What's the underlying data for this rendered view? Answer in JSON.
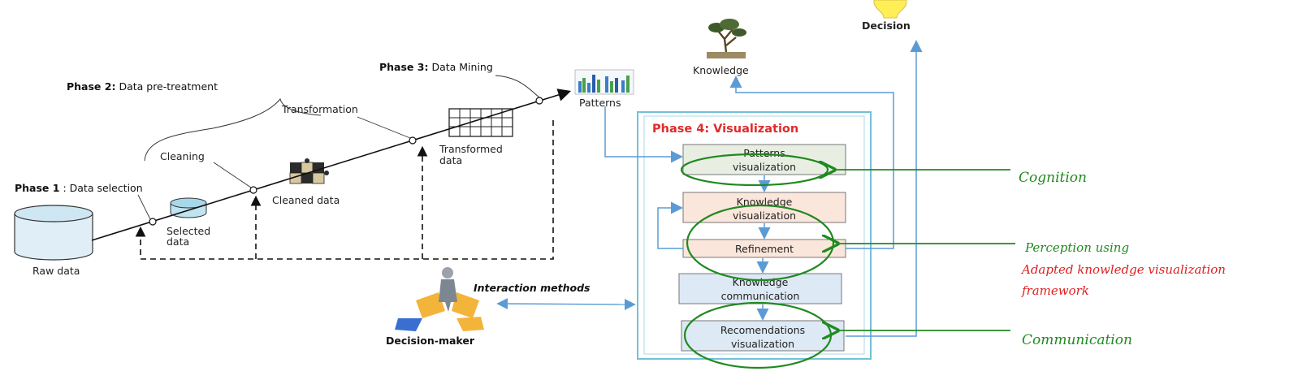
{
  "phases": {
    "p1_prefix": "Phase 1",
    "p1_text": " : Data selection",
    "p2_prefix": "Phase 2:",
    "p2_text": " Data pre-treatment",
    "p3_prefix": "Phase 3:",
    "p3_text": " Data Mining",
    "p4": "Phase 4: Visualization"
  },
  "nodes": {
    "raw_data": "Raw data",
    "selected_1": "Selected",
    "selected_2": "data",
    "cleaning": "Cleaning",
    "cleaned_data": "Cleaned data",
    "transformation": "Transformation",
    "transformed_1": "Transformed",
    "transformed_2": "data",
    "patterns": "Patterns",
    "knowledge": "Knowledge",
    "decision": "Decision",
    "decision_maker": "Decision-maker",
    "interaction": "Interaction methods"
  },
  "viz_boxes": {
    "patterns_1": "Patterns",
    "patterns_2": "visualization",
    "knowledge_1": "Knowledge",
    "knowledge_2": "visualization",
    "refinement": "Refinement",
    "kcomm_1": "Knowledge",
    "kcomm_2": "communication",
    "reco_1": "Recomendations",
    "reco_2": "visualization"
  },
  "annotations": {
    "cognition": "Cognition",
    "perception_1": "Perception using",
    "perception_2": "Adapted knowledge visualization",
    "perception_3": "framework",
    "communication": "Communication"
  },
  "colors": {
    "green": "#1f8a1f",
    "red": "#e02020",
    "blue": "#5b9bd5",
    "phase4_red": "#e02a2a"
  }
}
